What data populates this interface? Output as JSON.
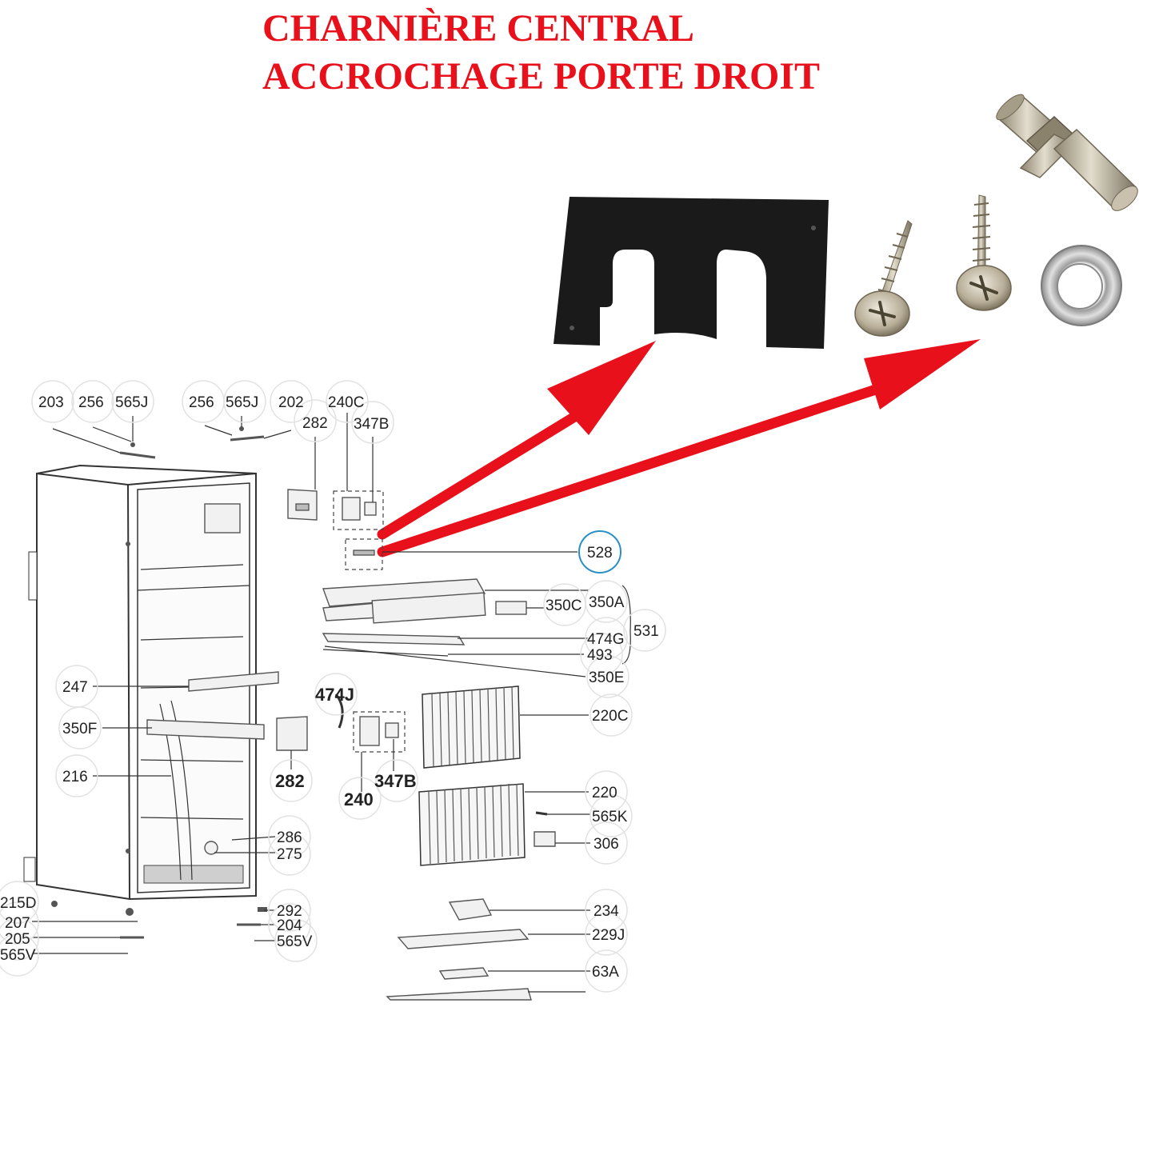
{
  "title": {
    "line1": "CHARNIÈRE CENTRAL",
    "line2": "ACCROCHAGE PORTE DROIT"
  },
  "colors": {
    "title": "#e8101a",
    "arrow": "#e8101a",
    "highlight_circle": "#2a8fc4",
    "gasket": "#1a1a1a",
    "metal": "#b8b0a0"
  },
  "photo_parts": [
    "black-spacer-plate",
    "countersunk-screw",
    "countersunk-screw",
    "hinge-pin",
    "flat-washer"
  ],
  "part_labels": {
    "p203": "203",
    "p256a": "256",
    "p565ja": "565J",
    "p256b": "256",
    "p565jb": "565J",
    "p202": "202",
    "p240c": "240C",
    "p282a": "282",
    "p347ba": "347B",
    "p528": "528",
    "p350c": "350C",
    "p350a": "350A",
    "p531": "531",
    "p474g": "474G",
    "p493": "493",
    "p350e": "350E",
    "p247": "247",
    "p474j": "474J",
    "p220c": "220C",
    "p350f": "350F",
    "p282b": "282",
    "p347bb": "347B",
    "p216": "216",
    "p240": "240",
    "p220": "220",
    "p565k": "565K",
    "p286": "286",
    "p306": "306",
    "p275": "275",
    "p215d": "215D",
    "p292": "292",
    "p234": "234",
    "p207": "207",
    "p204": "204",
    "p205": "205",
    "p565va": "565V",
    "p229j": "229J",
    "p565vb": "565V",
    "p63a": "63A"
  }
}
